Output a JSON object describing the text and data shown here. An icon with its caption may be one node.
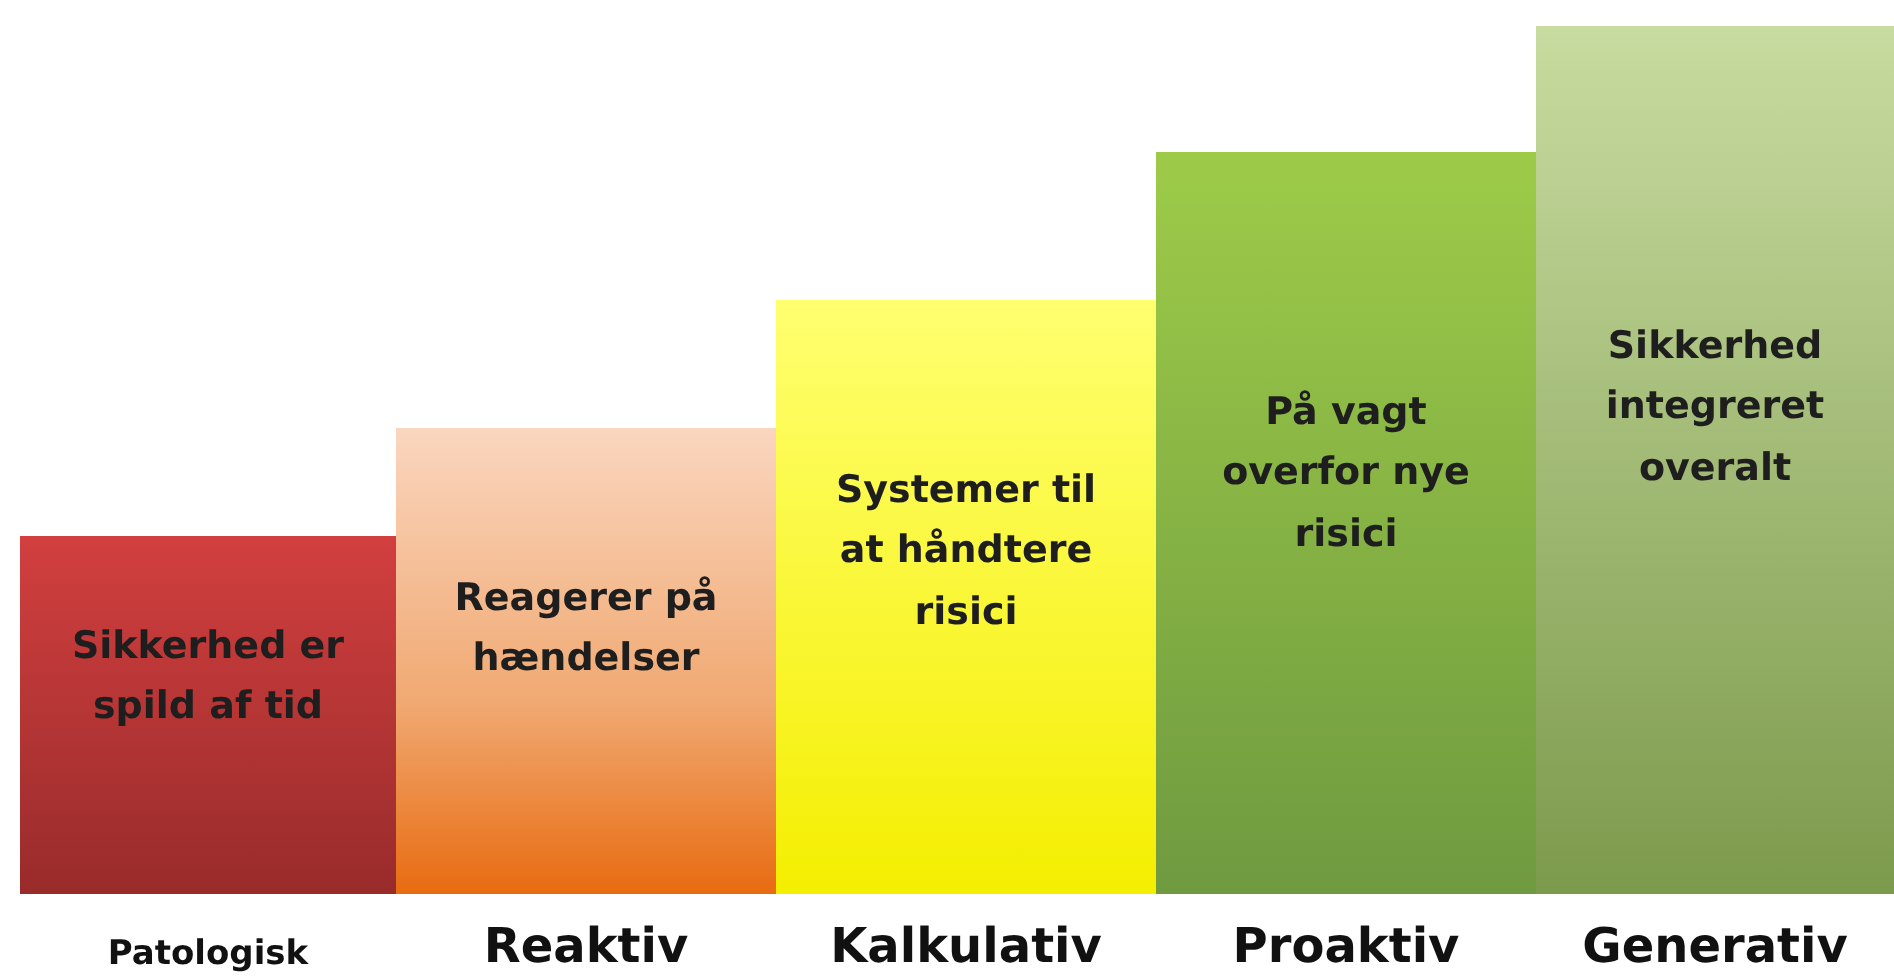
{
  "diagram": {
    "nodes": [
      {
        "text": [
          "Sikkerhed er spild af tid",
          "Patologisk"
        ]
      },
      {
        "text": [
          "Reagerer på hændelser",
          "Reaktiv"
        ]
      },
      {
        "text": [
          "Systemer til at håndtere risici",
          "Kalkulativ"
        ]
      },
      {
        "text": [
          "På vagt overfor nye risici",
          "Proaktiv"
        ]
      },
      {
        "text": [
          "Sikkerhed integreret overalt",
          "Generativ"
        ]
      }
    ]
  }
}
